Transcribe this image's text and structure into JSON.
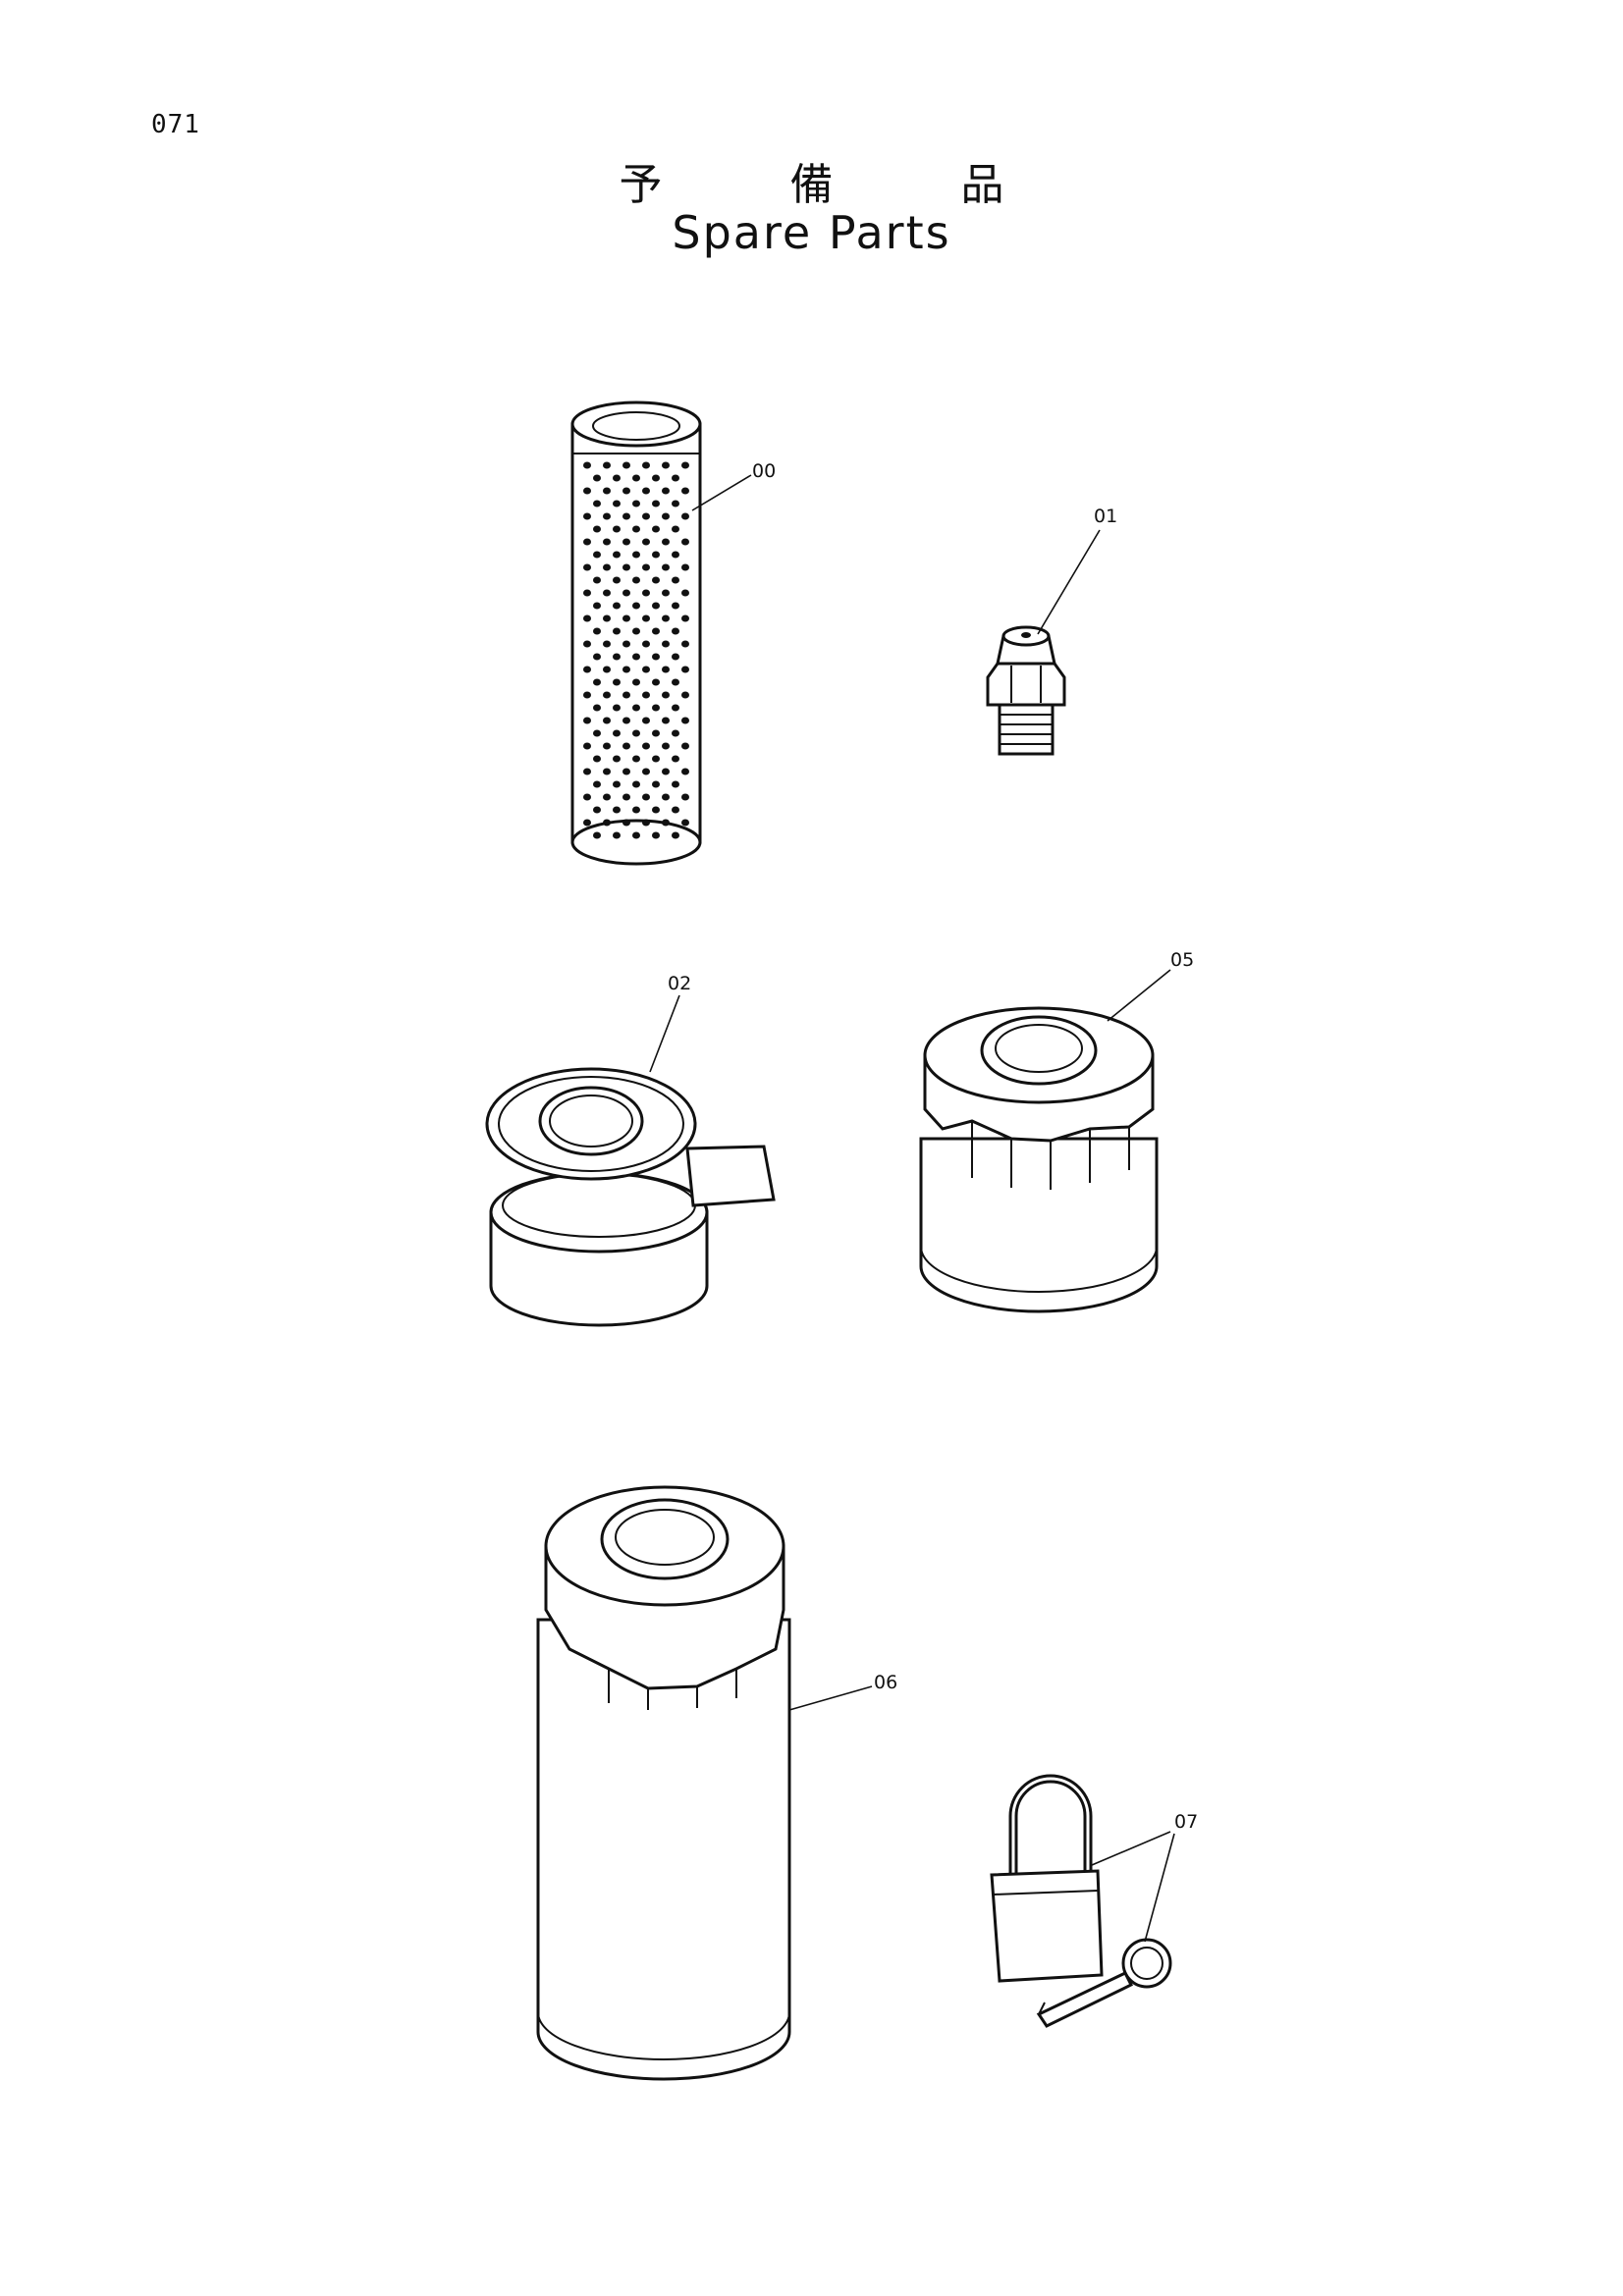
{
  "page": {
    "number": "071"
  },
  "title": {
    "japanese": "予 備 品",
    "english": "Spare Parts"
  },
  "parts": [
    {
      "id": "00",
      "icon": "perforated-strainer-icon"
    },
    {
      "id": "01",
      "icon": "grease-nipple-icon"
    },
    {
      "id": "02",
      "icon": "filter-element-with-gasket-icon"
    },
    {
      "id": "05",
      "icon": "spin-on-filter-icon"
    },
    {
      "id": "06",
      "icon": "long-spin-on-filter-icon"
    },
    {
      "id": "07",
      "icon": "padlock-and-key-icon"
    }
  ]
}
